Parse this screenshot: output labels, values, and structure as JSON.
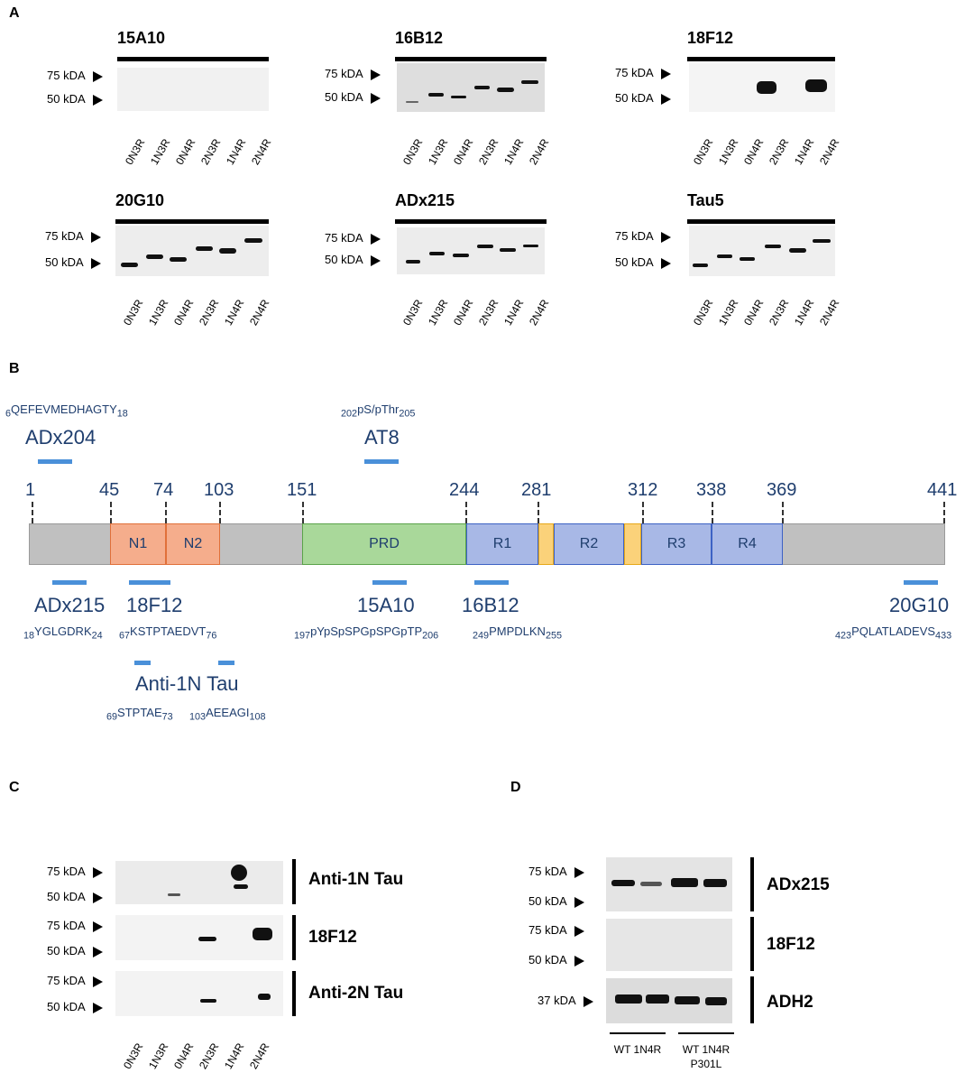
{
  "panel_labels": {
    "a": "A",
    "b": "B",
    "c": "C",
    "d": "D"
  },
  "kda": {
    "k75": "75 kDA",
    "k50": "50 kDA",
    "k37": "37 kDA"
  },
  "lanes_tau": [
    "0N3R",
    "1N3R",
    "0N4R",
    "2N3R",
    "1N4R",
    "2N4R"
  ],
  "panel_a": {
    "blots": [
      {
        "title": "15A10"
      },
      {
        "title": "16B12"
      },
      {
        "title": "18F12"
      },
      {
        "title": "20G10"
      },
      {
        "title": "ADx215"
      },
      {
        "title": "Tau5"
      }
    ]
  },
  "panel_b": {
    "positions": [
      "1",
      "45",
      "74",
      "103",
      "151",
      "244",
      "281",
      "312",
      "338",
      "369",
      "441"
    ],
    "domains": {
      "n1": "N1",
      "n2": "N2",
      "prd": "PRD",
      "r1": "R1",
      "r2": "R2",
      "r3": "R3",
      "r4": "R4"
    },
    "colors": {
      "grey": "#c0c0c0",
      "n_domain": "#f5ad8c",
      "prd": "#a9d89a",
      "repeat": "#a8b8e6",
      "insert": "#fbd27a",
      "epitope": "#4a90d9"
    },
    "top_antibodies": {
      "adx204": {
        "name": "ADx204",
        "seq_start": "6",
        "seq": "QEFEVMEDHAGTY",
        "seq_end": "18"
      },
      "at8": {
        "name": "AT8",
        "seq_start": "202",
        "seq": "pS/pThr",
        "seq_end": "205"
      }
    },
    "bottom_antibodies": {
      "adx215": {
        "name": "ADx215",
        "seq_start": "18",
        "seq": "YGLGDRK",
        "seq_end": "24"
      },
      "f18f12": {
        "name": "18F12",
        "seq_start": "67",
        "seq": "KSTPTAEDVT",
        "seq_end": "76"
      },
      "a15a10": {
        "name": "15A10",
        "seq_start": "197",
        "seq": "pYpSpSPGpSPGpTP",
        "seq_end": "206"
      },
      "b16b12": {
        "name": "16B12",
        "seq_start": "249",
        "seq": "PMPDLKN",
        "seq_end": "255"
      },
      "g20g10": {
        "name": "20G10",
        "seq_start": "423",
        "seq": "PQLATLADEVS",
        "seq_end": "433"
      }
    },
    "anti1n": {
      "name": "Anti-1N Tau",
      "seq1_start": "69",
      "seq1": "STPTAE",
      "seq1_end": "73",
      "seq2_start": "103",
      "seq2": "AEEAGI",
      "seq2_end": "108"
    }
  },
  "panel_c": {
    "labels": [
      "Anti-1N Tau",
      "18F12",
      "Anti-2N Tau"
    ]
  },
  "panel_d": {
    "labels": [
      "ADx215",
      "18F12",
      "ADH2"
    ],
    "group1": "WT 1N4R",
    "group2_line1": "WT 1N4R",
    "group2_line2": "P301L"
  }
}
